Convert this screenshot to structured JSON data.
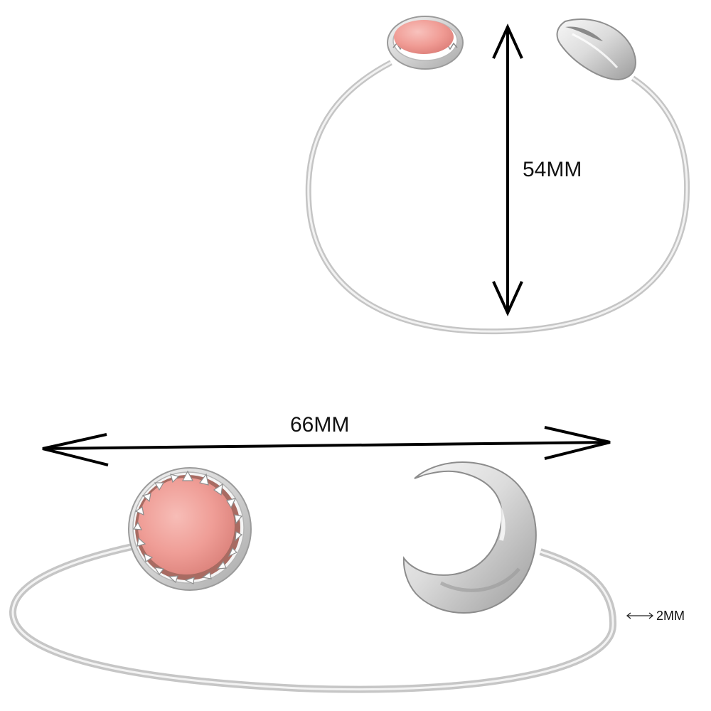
{
  "product": {
    "image_type": "bangle-dimension-diagram",
    "stone_color": "#f3a6a0",
    "metal_color": "#c9c9c9"
  },
  "dimensions": {
    "height_label": "54MM",
    "width_label": "66MM",
    "wire_label": "2MM"
  },
  "icons": {
    "height_arrow": "double-vertical-arrow-icon",
    "width_arrow": "double-horizontal-arrow-icon",
    "wire_arrow": "small-double-arrow-icon"
  }
}
